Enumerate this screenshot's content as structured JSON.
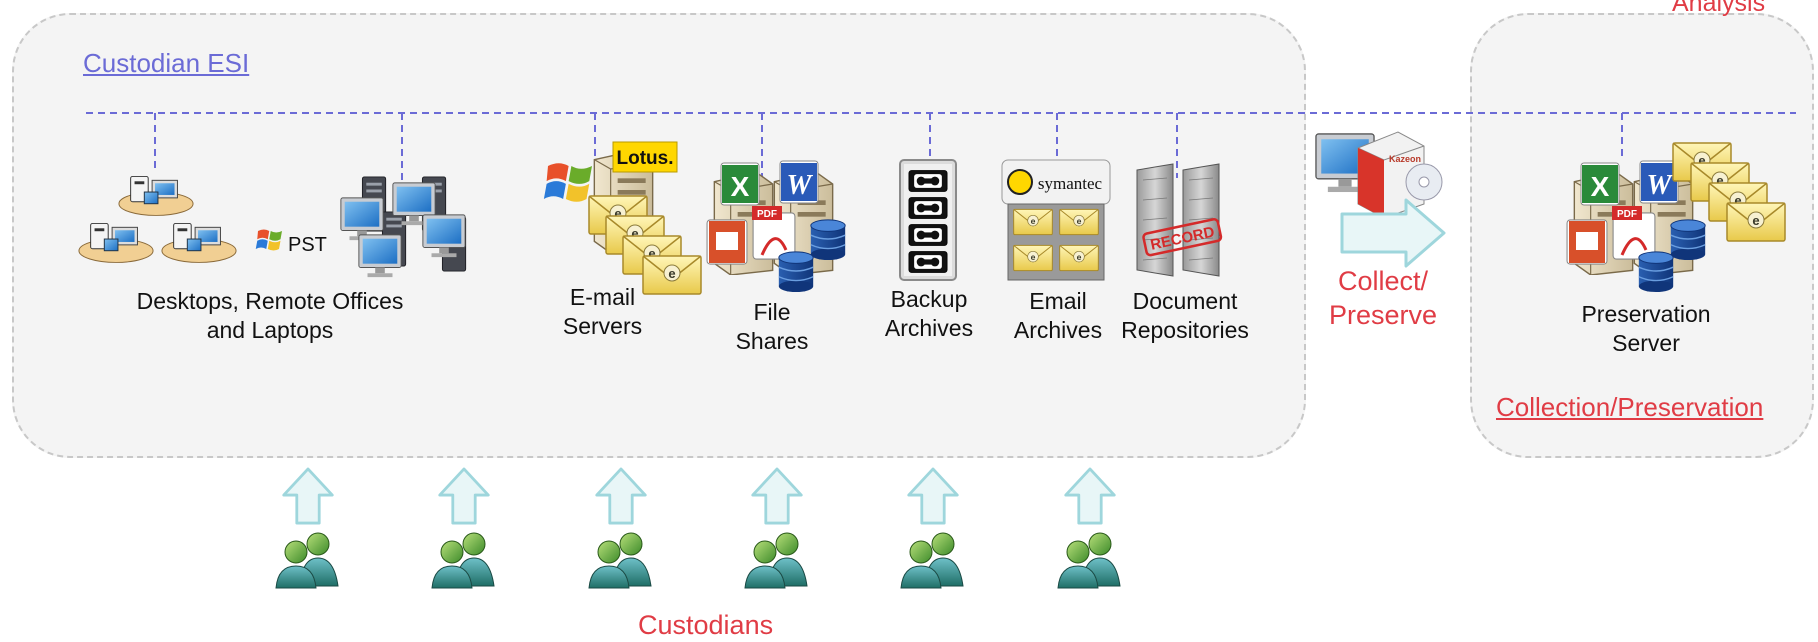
{
  "regions": {
    "custodian_esi": {
      "title": "Custodian ESI",
      "title_color": "#6b6bd6"
    },
    "collection": {
      "title": "Collection/Preservation",
      "title_color": "#e03c45"
    },
    "analysis_partial_title": "Analysis"
  },
  "pst_label": "PST",
  "sources": {
    "desktops": "Desktops, Remote Offices and Laptops",
    "email_servers": "E-mail Servers",
    "file_shares": "File Shares",
    "backup_archives": "Backup Archives",
    "email_archives": "Email Archives",
    "document_repositories": "Document Repositories"
  },
  "logos": {
    "lotus": "Lotus.",
    "symantec": "symantec",
    "kazeon": "Kazeon",
    "record_stamp": "RECORD"
  },
  "collect_label": "Collect/ Preserve",
  "preservation_server": "Preservation Server",
  "custodians_label": "Custodians",
  "colors": {
    "dashed_line": "#6b6bd6",
    "accent_red": "#e03c45",
    "arrow_fill": "#e8f6f7",
    "arrow_stroke": "#9ed6dc",
    "region_fill": "#f4f4f4",
    "region_border": "#c8c8c8"
  },
  "icons": [
    "desktop-pod-icon",
    "windows-flag-icon",
    "server-tower-icon",
    "monitor-icon",
    "email-envelope-icon",
    "excel-icon",
    "word-icon",
    "powerpoint-icon",
    "pdf-icon",
    "database-icon",
    "tape-cartridge-icon",
    "disk-array-icon",
    "kazeon-box-icon",
    "custodian-users-icon",
    "upload-arrow-icon",
    "right-arrow-icon"
  ]
}
